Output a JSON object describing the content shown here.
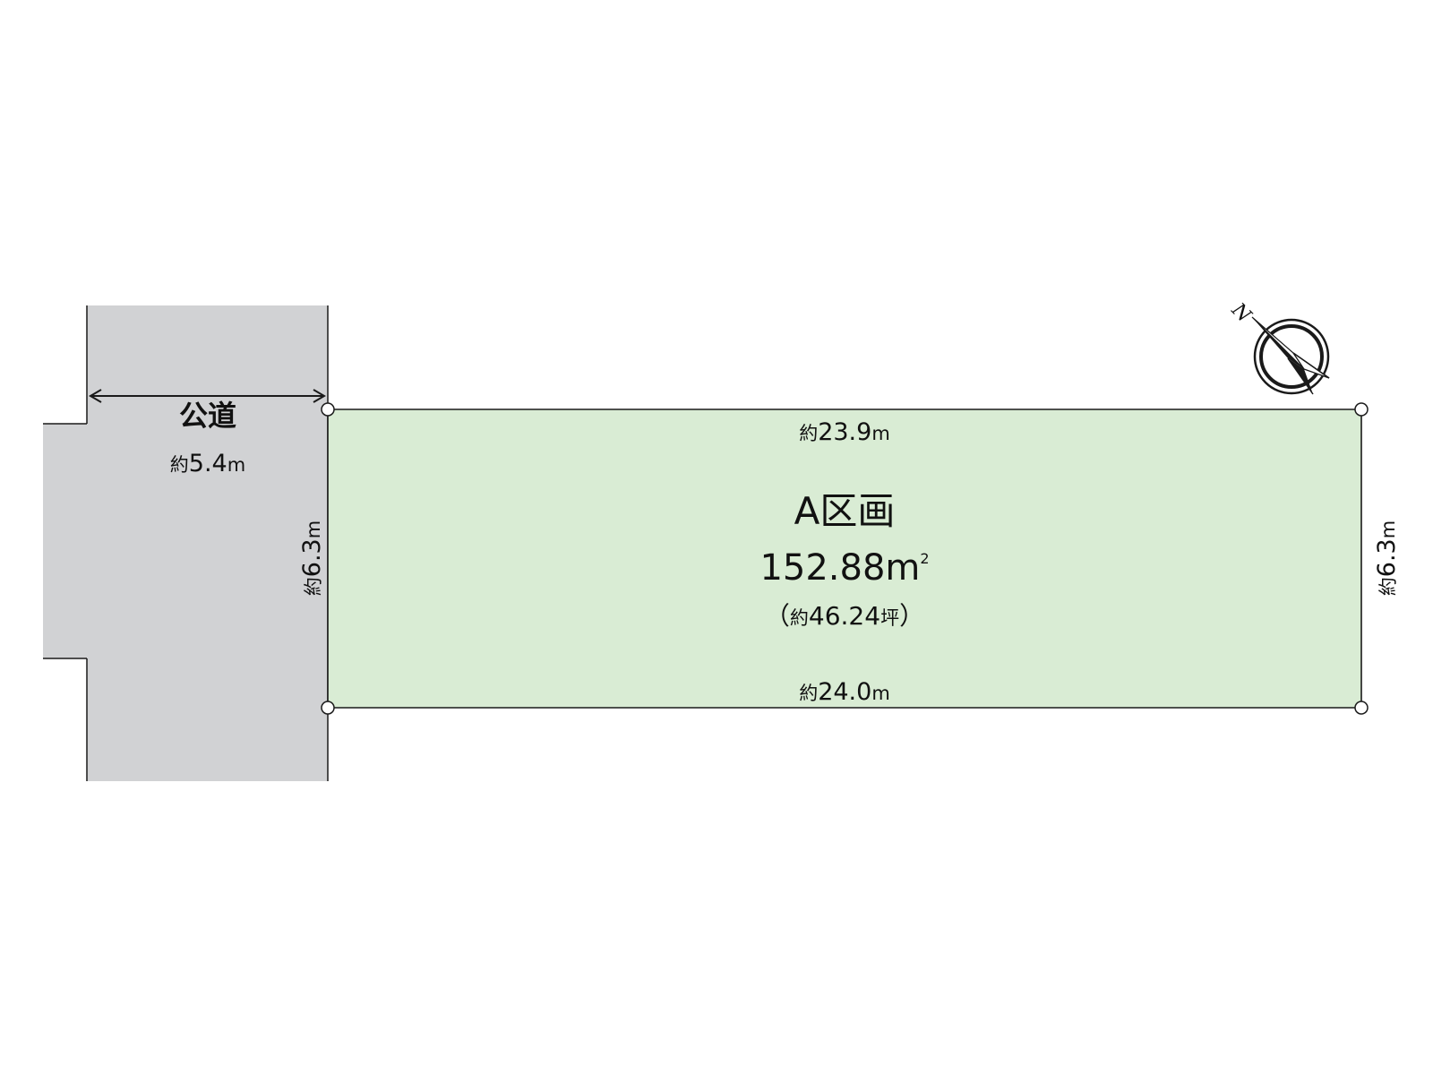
{
  "road": {
    "label": "公道",
    "width": {
      "prefix": "約",
      "value": "5.4",
      "unit": "m"
    }
  },
  "lot": {
    "name": "A区画",
    "area": {
      "value": "152.88",
      "unit": "m",
      "unit_sup": "2"
    },
    "tsubo": {
      "open": "（",
      "prefix": "約",
      "value": "46.24",
      "unit": "坪",
      "close": "）"
    },
    "dimensions": {
      "top": {
        "prefix": "約",
        "value": "23.9",
        "unit": "m"
      },
      "bottom": {
        "prefix": "約",
        "value": "24.0",
        "unit": "m"
      },
      "left": {
        "prefix": "約",
        "value": "6.3",
        "unit": "m"
      },
      "right": {
        "prefix": "約",
        "value": "6.3",
        "unit": "m"
      }
    }
  },
  "north_label": "N",
  "colors": {
    "lot_fill": "#d9ecd4",
    "road_fill": "#d1d2d4",
    "line": "#1a1a1a",
    "background": "#ffffff"
  }
}
